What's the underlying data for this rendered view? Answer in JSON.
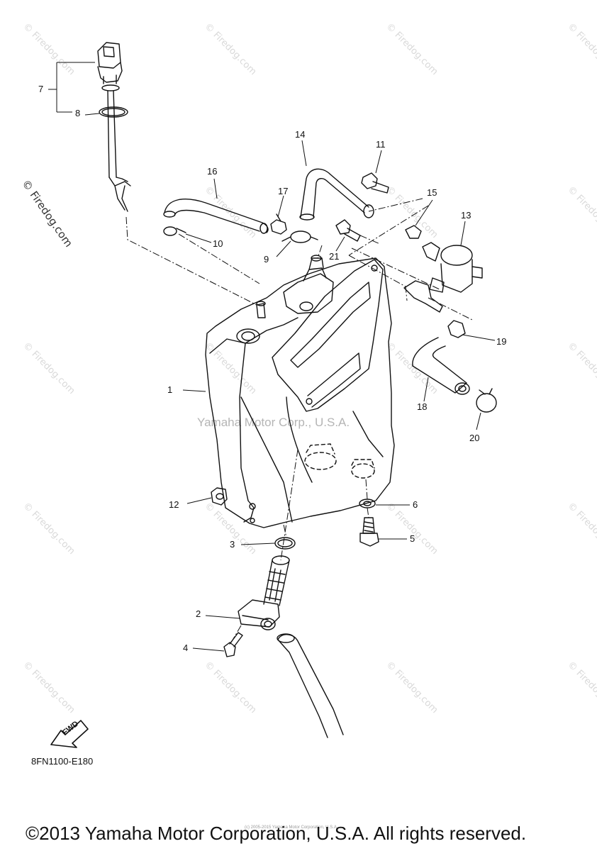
{
  "watermark": "© Firedog.com",
  "watermark_center": "Yamaha Motor Corp., U.S.A.",
  "diagram_code": "8FN1100-E180",
  "fwd_label": "FWD",
  "tiny_note": "(c) 2005-2015 Yamaha Motor Corporation, U.S.A.",
  "copyright": "©2013 Yamaha Motor Corporation, U.S.A. All rights reserved.",
  "callouts": {
    "c1": "1",
    "c2": "2",
    "c3": "3",
    "c4": "4",
    "c5": "5",
    "c6": "6",
    "c7": "7",
    "c8": "8",
    "c9": "9",
    "c10": "10",
    "c11": "11",
    "c12": "12",
    "c13": "13",
    "c14": "14",
    "c15": "15",
    "c16": "16",
    "c17": "17",
    "c18": "18",
    "c19": "19",
    "c20": "20",
    "c21": "21"
  }
}
